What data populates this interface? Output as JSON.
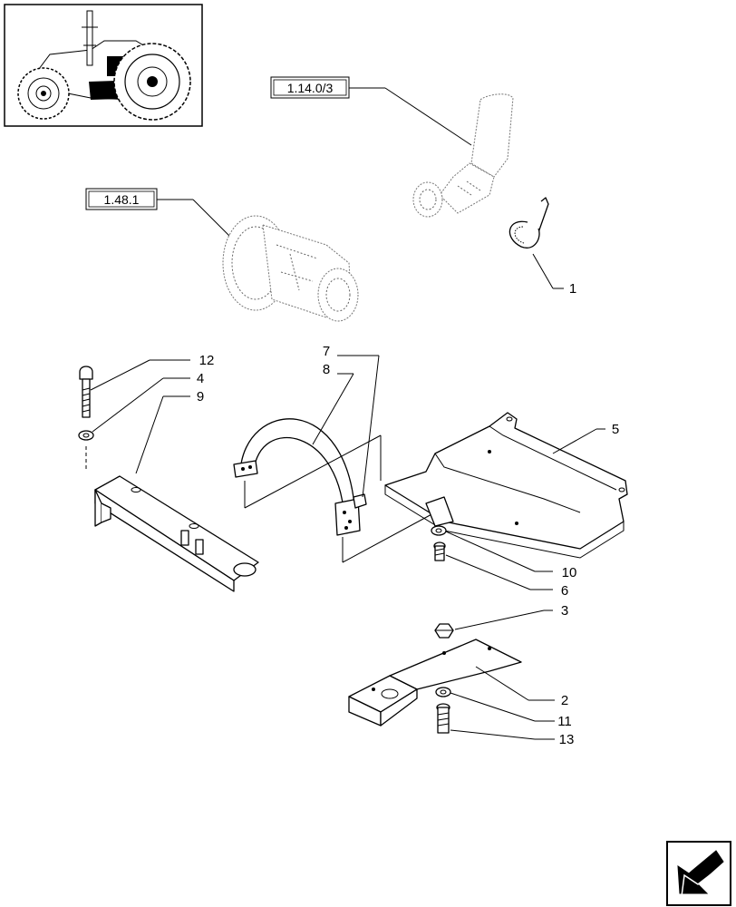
{
  "references": [
    {
      "id": "ref-1-14-0-3",
      "text": "1.14.0/3"
    },
    {
      "id": "ref-1-48-1",
      "text": "1.48.1"
    }
  ],
  "callouts": {
    "c1": "1",
    "c2": "2",
    "c3": "3",
    "c4": "4",
    "c5": "5",
    "c6": "6",
    "c7": "7",
    "c8": "8",
    "c9": "9",
    "c10": "10",
    "c11": "11",
    "c12": "12",
    "c13": "13"
  },
  "icons": {
    "thumbnail": "tractor-thumbnail-icon",
    "navigation": "next-page-arrow-icon"
  }
}
